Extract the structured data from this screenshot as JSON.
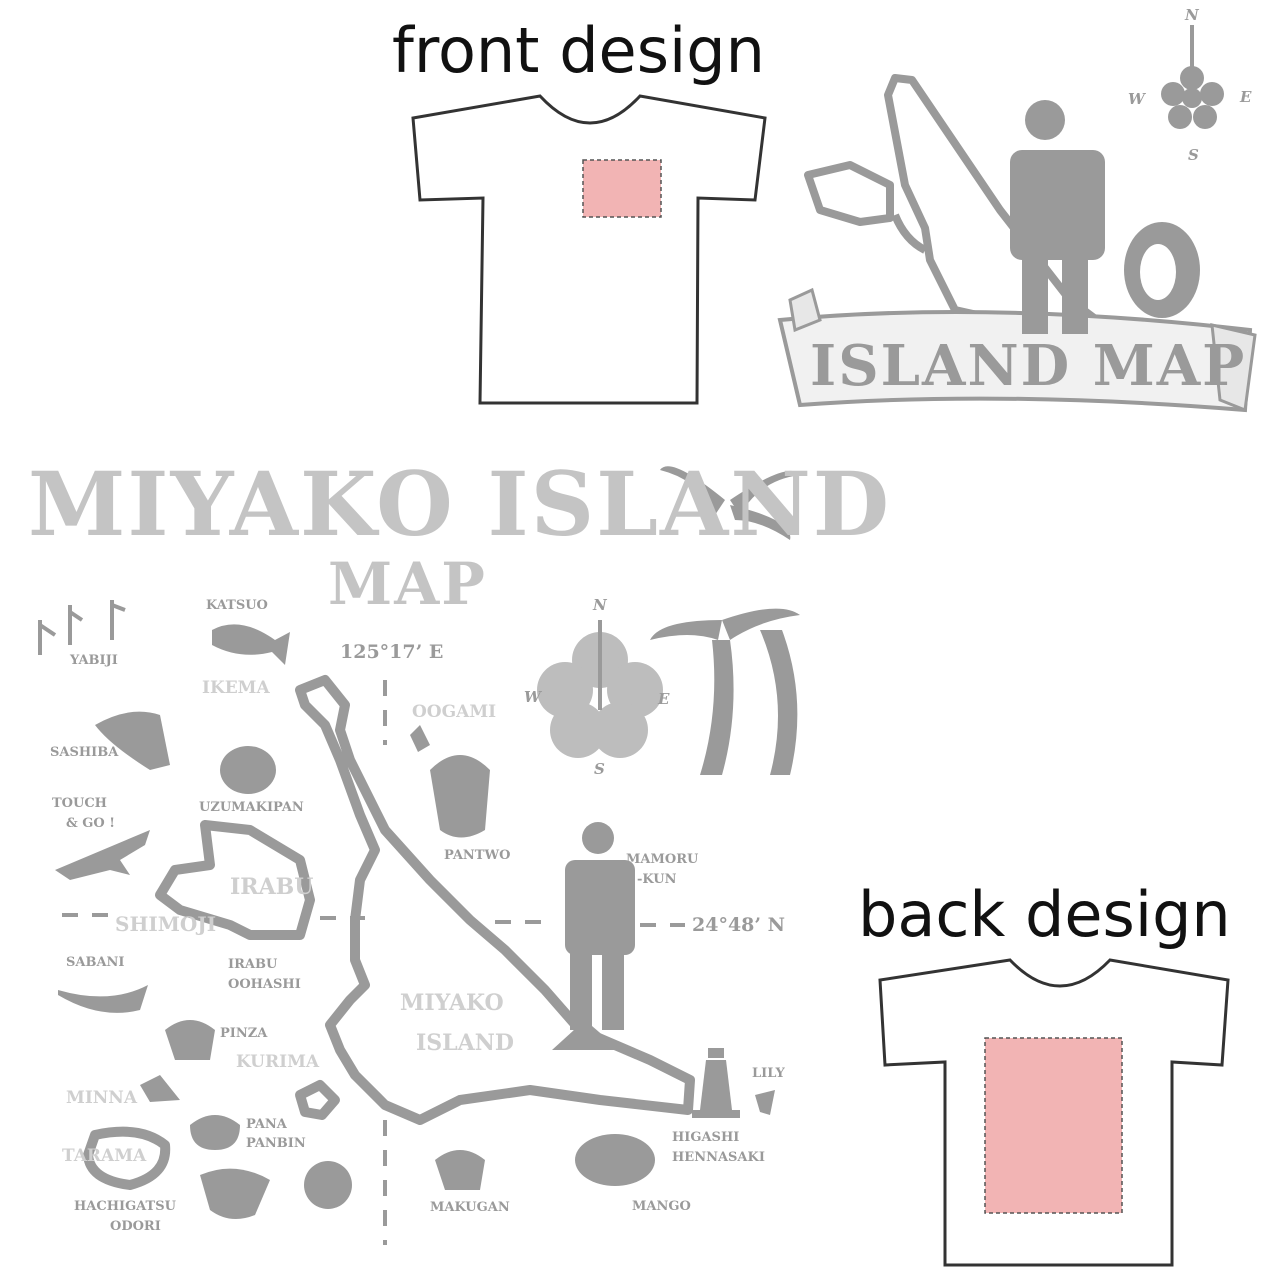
{
  "front_design_heading": "front design",
  "back_design_heading": "back design",
  "badge": {
    "title": "ISLAND MAP",
    "compass": {
      "n": "N",
      "e": "E",
      "s": "S",
      "w": "W"
    }
  },
  "map": {
    "title_line1": "MIYAKO ISLAND",
    "title_line2": "MAP",
    "longitude": "125°17’ E",
    "latitude": "24°48’ N",
    "compass": {
      "n": "N",
      "e": "E",
      "s": "S",
      "w": "W"
    },
    "places": {
      "ikema": "IKEMA",
      "oogami": "OOGAMI",
      "irabu": "IRABU",
      "shimoji": "SHIMOJI",
      "kurima": "KURIMA",
      "minna": "MINNA",
      "tarama": "TARAMA",
      "miyako_line1": "MIYAKO",
      "miyako_line2": "ISLAND"
    },
    "items": {
      "katsuo": "KATSUO",
      "yabiji": "YABIJI",
      "sashiba": "SASHIBA",
      "uzumakipan": "UZUMAKIPAN",
      "touch_go_line1": "TOUCH",
      "touch_go_line2": "& GO !",
      "pantwo": "PANTWO",
      "mamoru_line1": "MAMORU",
      "mamoru_line2": "-KUN",
      "sabani": "SABANI",
      "irabu_oohashi_line1": "IRABU",
      "irabu_oohashi_line2": "OOHASHI",
      "pinza": "PINZA",
      "pana_panbin_line1": "PANA",
      "pana_panbin_line2": "PANBIN",
      "hachigatsu_line1": "HACHIGATSU",
      "hachigatsu_line2": "ODORI",
      "makugan": "MAKUGAN",
      "mango": "MANGO",
      "higashi_line1": "HIGASHI",
      "higashi_line2": "HENNASAKI",
      "lily": "LILY"
    }
  },
  "colors": {
    "ink_gray": "#9a9a9a",
    "light_gray": "#c4c4c4",
    "print_area_pink": "#f2b4b4",
    "tshirt_outline": "#333333"
  }
}
